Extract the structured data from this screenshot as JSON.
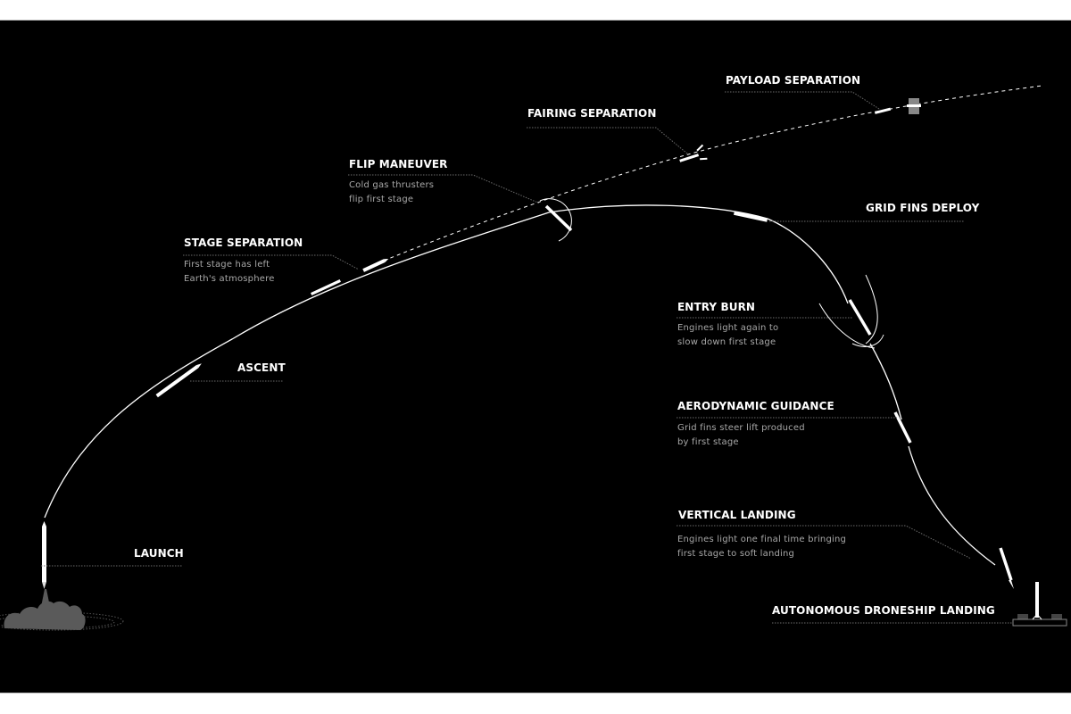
{
  "diagram": {
    "title": "Falcon 9 mission profile with droneship landing",
    "colors": {
      "background": "#000000",
      "frame": "#ffffff",
      "line": "#ffffff",
      "label": "#ffffff",
      "description": "#a8a8a8",
      "leader": "#6a6a6a",
      "smoke": "#5a5a5a"
    },
    "stages": [
      {
        "id": "launch",
        "label": "LAUNCH",
        "description": []
      },
      {
        "id": "ascent",
        "label": "ASCENT",
        "description": []
      },
      {
        "id": "stage_separation",
        "label": "STAGE SEPARATION",
        "description": [
          "First stage has left",
          "Earth's atmosphere"
        ]
      },
      {
        "id": "flip_maneuver",
        "label": "FLIP MANEUVER",
        "description": [
          "Cold gas thrusters",
          "flip first stage"
        ]
      },
      {
        "id": "fairing_separation",
        "label": "FAIRING SEPARATION",
        "description": []
      },
      {
        "id": "payload_separation",
        "label": "PAYLOAD SEPARATION",
        "description": []
      },
      {
        "id": "grid_fins_deploy",
        "label": "GRID FINS DEPLOY",
        "description": []
      },
      {
        "id": "entry_burn",
        "label": "ENTRY BURN",
        "description": [
          "Engines light again to",
          "slow down first stage"
        ]
      },
      {
        "id": "aerodynamic_guidance",
        "label": "AERODYNAMIC GUIDANCE",
        "description": [
          "Grid fins steer lift produced",
          "by first stage"
        ]
      },
      {
        "id": "vertical_landing",
        "label": "VERTICAL LANDING",
        "description": [
          "Engines light one final time bringing",
          "first stage to soft landing"
        ]
      },
      {
        "id": "droneship_landing",
        "label": "AUTONOMOUS DRONESHIP LANDING",
        "description": []
      }
    ]
  }
}
